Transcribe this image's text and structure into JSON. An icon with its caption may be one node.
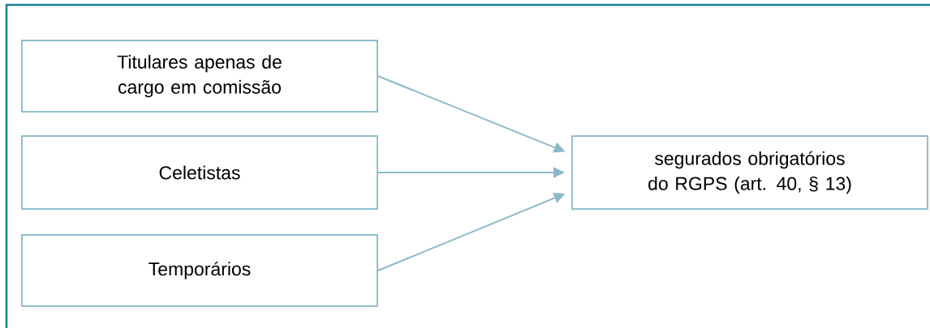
{
  "diagram": {
    "nodes": [
      {
        "text": [
          "Titulares apenas de cargo em comissão"
        ]
      },
      {
        "text": [
          "Celetistas"
        ]
      },
      {
        "text": [
          "Temporários"
        ]
      },
      {
        "text": [
          "segurados obrigatórios do RGPS (art. 40, § 13)"
        ]
      }
    ],
    "edges": [
      {
        "from": 0,
        "to": 3,
        "arrow": "to"
      },
      {
        "from": 1,
        "to": 3,
        "arrow": "to"
      },
      {
        "from": 2,
        "to": 3,
        "arrow": "to"
      }
    ]
  }
}
